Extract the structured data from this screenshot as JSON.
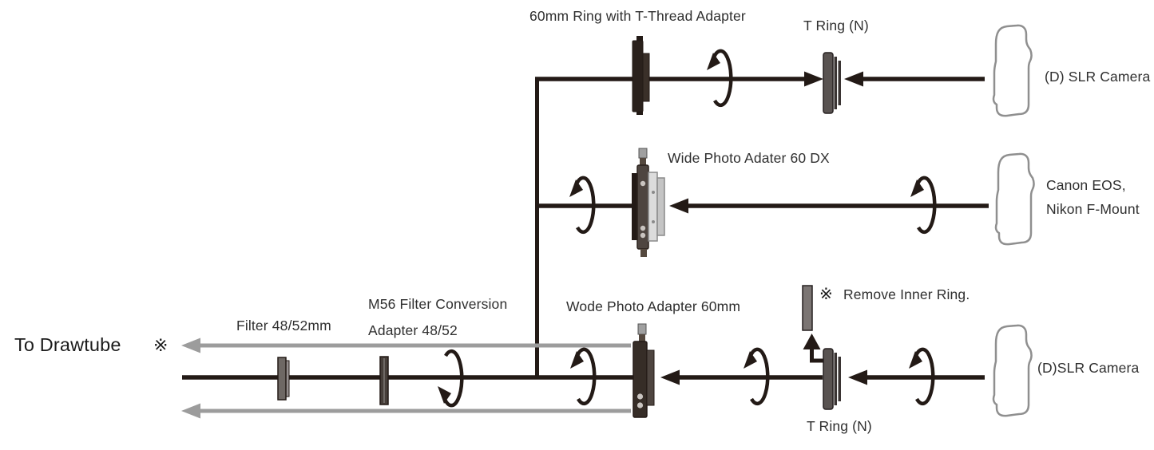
{
  "diagram": {
    "type": "connection-diagram",
    "subject": "Camera adapter attachment paths to telescope drawtube",
    "labels": {
      "top_adapter": "60mm Ring with T-Thread Adapter",
      "top_t_ring": "T Ring (N)",
      "top_camera": "(D) SLR Camera",
      "mid_adapter": "Wide Photo Adater 60 DX",
      "mid_camera_line1": "Canon EOS,",
      "mid_camera_line2": "Nikon F-Mount",
      "to_drawtube": "To Drawtube",
      "drawtube_mark": "※",
      "filter": "Filter 48/52mm",
      "m56_line1": "M56 Filter Conversion",
      "m56_line2": "Adapter 48/52",
      "bottom_adapter": "Wode Photo Adapter 60mm",
      "remove_mark": "※",
      "remove_inner_ring": "Remove Inner Ring.",
      "bottom_t_ring": "T Ring (N)",
      "bottom_camera": "(D)SLR Camera"
    },
    "colors": {
      "line_black": "#231a16",
      "line_gray": "#9c9c9c",
      "text": "#2f2f2f",
      "ring_fill": "#595351",
      "adapter_body": "#362d27",
      "flange_light": "#dcdcdc",
      "inner_ring_fill": "#7b7573",
      "camera_outline": "#8f8f8f"
    }
  }
}
